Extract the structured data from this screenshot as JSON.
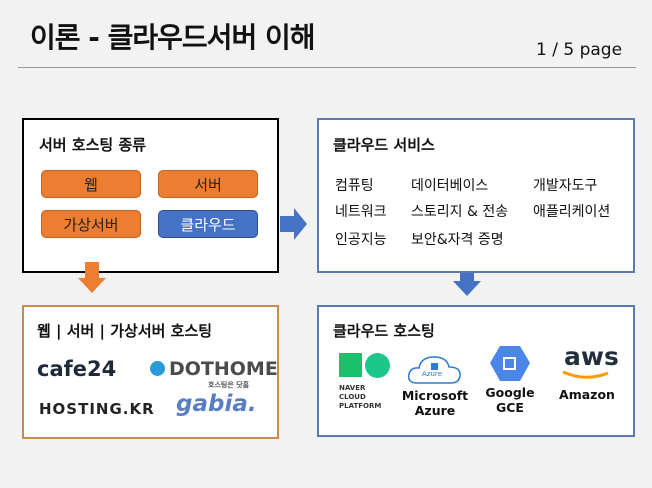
{
  "header": {
    "title": "이론 - 클라우드서버 이해",
    "page": "1 / 5 page"
  },
  "hosting_types": {
    "title": "서버 호스팅 종류",
    "chips": [
      "웹",
      "서버",
      "가상서버",
      "클라우드"
    ]
  },
  "cloud_services": {
    "title": "클라우드 서비스",
    "items": [
      "컴퓨팅",
      "데이터베이스",
      "개발자도구",
      "네트워크",
      "스토리지 & 전송",
      "애플리케이션",
      "인공지능",
      "보안&자격 증명"
    ]
  },
  "traditional_hosting": {
    "title": "웹 | 서버 | 가상서버 호스팅",
    "logos": [
      "cafe24",
      "DOTHOME",
      "호스팅은 닷홈",
      "HOSTING.KR",
      "gabia."
    ]
  },
  "cloud_hosting": {
    "title": "클라우드 호스팅",
    "providers": [
      {
        "logo": "NAVER CLOUD PLATFORM",
        "name": ""
      },
      {
        "logo": "Azure",
        "name": "Microsoft Azure"
      },
      {
        "logo": "",
        "name": "Google GCE"
      },
      {
        "logo": "aws",
        "name": "Amazon"
      }
    ]
  },
  "colors": {
    "orange": "#ed7d31",
    "blue": "#4472c4"
  }
}
